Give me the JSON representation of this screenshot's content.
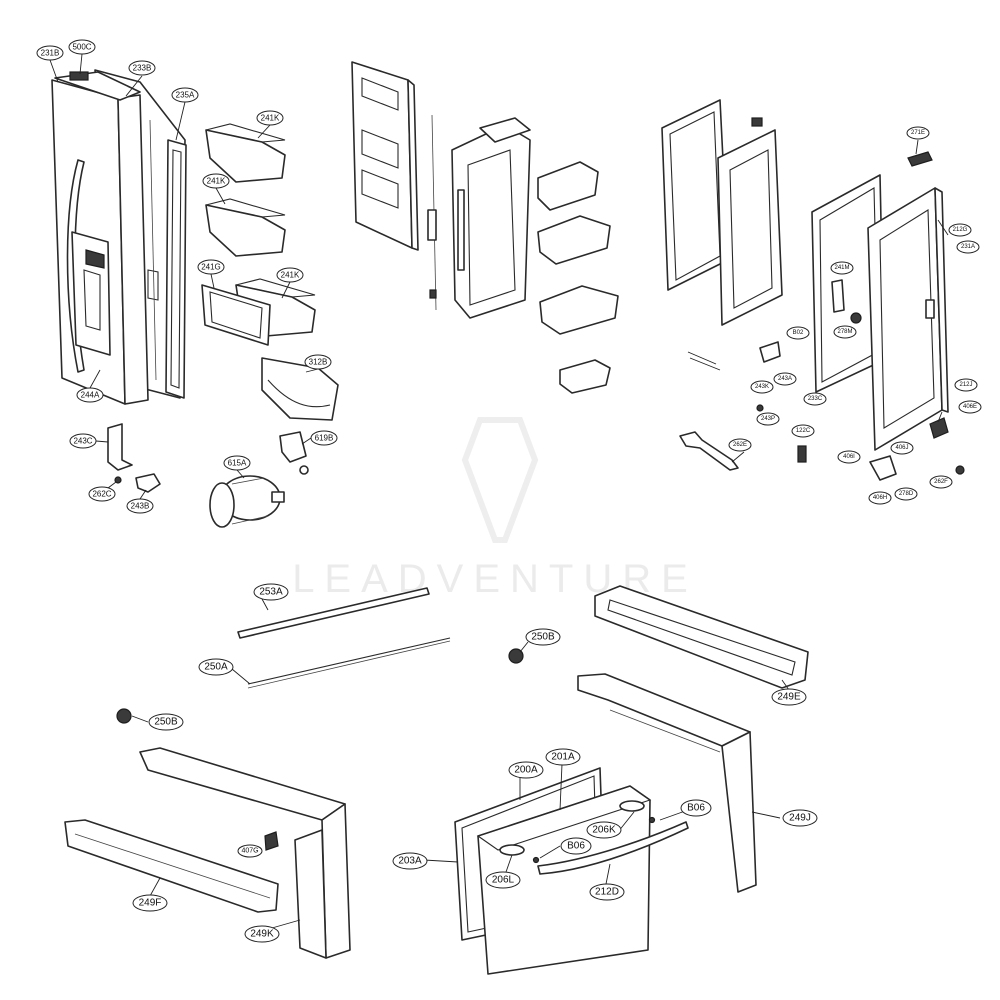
{
  "watermark": "LEADVENTURE",
  "parts": {
    "p231b": "231B",
    "p500c": "500C",
    "p233b": "233B",
    "p235a": "235A",
    "p244a": "244A",
    "p241k_1": "241K",
    "p241k_2": "241K",
    "p241g": "241G",
    "p241k_3": "241K",
    "p312b": "312B",
    "p243c": "243C",
    "p262c": "262C",
    "p243b": "243B",
    "p619b": "619B",
    "p615a": "615A",
    "p271e": "271E",
    "p212g": "212G",
    "p231a": "231A",
    "p212j": "212J",
    "p406e": "406E",
    "p241m": "241M",
    "p278m": "278M",
    "pb02": "B02",
    "p233c": "233C",
    "p243a": "243A",
    "p243k": "243K",
    "p243p": "243P",
    "p262e": "262E",
    "p122c": "122C",
    "p262f": "262F",
    "p406i": "406I",
    "p406j": "406J",
    "p406h": "406H",
    "p278d": "278D",
    "p253a": "253A",
    "p250a": "250A",
    "p250b_1": "250B",
    "p250b_2": "250B",
    "p249e": "249E",
    "p249f": "249F",
    "p249k": "249K",
    "p407g": "407G",
    "p200a": "200A",
    "p201a": "201A",
    "p203a": "203A",
    "pb06_1": "B06",
    "pb06_2": "B06",
    "p206k": "206K",
    "p206l": "206L",
    "p212d": "212D",
    "p249j": "249J"
  }
}
